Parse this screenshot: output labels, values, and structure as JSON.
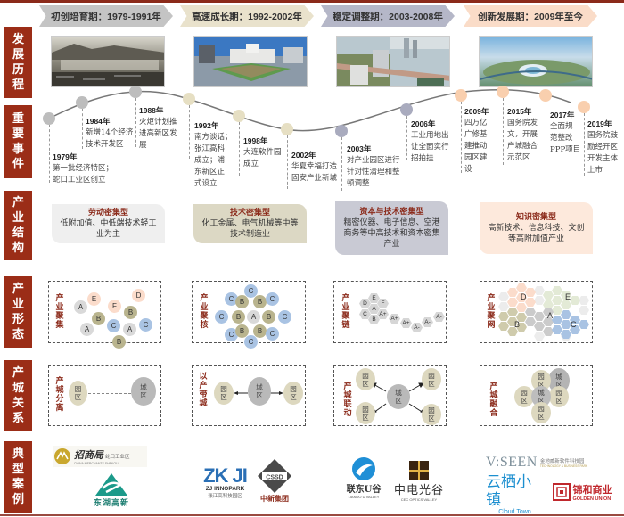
{
  "phases": [
    {
      "name": "初创培育期：",
      "years": "1979-1991年",
      "color": "#c4c4c4"
    },
    {
      "name": "高速成长期：",
      "years": "1992-2002年",
      "color": "#e9e2cc"
    },
    {
      "name": "稳定调整期：",
      "years": "2003-2008年",
      "color": "#b5b7c8"
    },
    {
      "name": "创新发展期：",
      "years": "2009年至今",
      "color": "#fadcc8"
    }
  ],
  "side_labels": {
    "history": "发展历程",
    "events": "重要事件",
    "structure": "产业结构",
    "form": "产业形态",
    "relation": "产城关系",
    "cases": "典型案例"
  },
  "photos": [
    {
      "alt": "初创培育期照片（黑白港口）"
    },
    {
      "alt": "高速成长期照片（广场建筑）"
    },
    {
      "alt": "稳定调整期照片（高架与园区）"
    },
    {
      "alt": "创新发展期照片（城市鸟瞰）"
    }
  ],
  "events": [
    {
      "year": "1979年",
      "text": "第一批经济特区；\n蛇口工业区创立"
    },
    {
      "year": "1984年",
      "text": "新增14个经济\n技术开发区"
    },
    {
      "year": "1988年",
      "text": "火炬计划推\n进高新区发\n展"
    },
    {
      "year": "1992年",
      "text": "南方谈话；\n张江高科\n成立；浦\n东新区正\n式设立"
    },
    {
      "year": "1998年",
      "text": "大连软件园\n成立"
    },
    {
      "year": "2002年",
      "text": "华夏幸福打造\n固安产业新城"
    },
    {
      "year": "2003年",
      "text": "对产业园区进行\n针对性清理和整\n顿调整"
    },
    {
      "year": "2006年",
      "text": "工业用地出\n让全面实行\n招拍挂"
    },
    {
      "year": "2009年",
      "text": "四万亿\n广修基\n建推动\n园区建\n设"
    },
    {
      "year": "2015年",
      "text": "国务院发\n文，开展\n产城融合\n示范区"
    },
    {
      "year": "2017年",
      "text": "全面规\n范整改\nPPP项目"
    },
    {
      "year": "2019年",
      "text": "国务院鼓\n励经开区\n开发主体\n上市"
    }
  ],
  "structure": [
    {
      "title": "劳动密集型",
      "desc": "低附加值、中低端技术轻工业为主",
      "color": "#efefef"
    },
    {
      "title": "技术密集型",
      "desc": "化工金属、电气机械等中等技术制造业",
      "color": "#dcd8c4"
    },
    {
      "title": "资本与技术密集型",
      "desc": "精密仪器、电子信息、空港商务等中高技术和资本密集产业",
      "color": "#c9cad4"
    },
    {
      "title": "知识密集型",
      "desc": "高新技术、信息科技、文创等高附加值产业",
      "color": "#fde9dc"
    }
  ],
  "forms": [
    {
      "label": "产业聚集"
    },
    {
      "label": "产业聚核"
    },
    {
      "label": "产业聚链"
    },
    {
      "label": "产业聚网"
    }
  ],
  "form_nodes": {
    "cluster": [
      "A",
      "E",
      "F",
      "D",
      "B",
      "B",
      "A",
      "C",
      "A",
      "C",
      "B"
    ],
    "core_center": "A",
    "core_inner": "B",
    "core_outer": "C",
    "chain": [
      "D",
      "E",
      "F",
      "A",
      "C",
      "B",
      "A+",
      "A+",
      "A+",
      "A-",
      "A-",
      "A-"
    ],
    "network": [
      "D",
      "E",
      "A",
      "B",
      "C"
    ]
  },
  "relations": [
    {
      "label": "产城分离",
      "park": "园区",
      "city": "城区"
    },
    {
      "label": "以产带城",
      "park": "园区",
      "city": "城区"
    },
    {
      "label": "产城联动",
      "park": "园区",
      "city": "城区"
    },
    {
      "label": "产城融合",
      "park": "园区",
      "city": "城区"
    }
  ],
  "cases": {
    "p1": [
      {
        "name": "招商局",
        "sub": "蛇口工业区",
        "en": "CHINA MERCHANTS SHEKOU"
      },
      {
        "name": "东湖高新"
      }
    ],
    "p2": [
      {
        "name": "张江",
        "en": "ZJ INNOPARK",
        "sub": "张江高科技园区"
      },
      {
        "name": "CSSD",
        "sub": "中新集团"
      }
    ],
    "p3": [
      {
        "name": "联东U谷",
        "en": "LIANDO U VALLEY"
      },
      {
        "name": "中电光谷",
        "en": "CEC OPTICS VALLEY"
      }
    ],
    "p4": [
      {
        "name": "V:SEEN",
        "sub": "金地威新软件科技园",
        "en": "TECHNOLOGY & BUSINESS PARK"
      },
      {
        "name": "云栖小镇",
        "en": "Cloud Town"
      },
      {
        "name": "锦和商业",
        "en": "GOLDEN UNION"
      }
    ]
  },
  "colors": {
    "accent": "#9b2d17",
    "bubble_a": "#d9d9d9",
    "bubble_b": "#b9b48e",
    "bubble_c": "#a9c3e3",
    "bubble_def": "#fbdccb",
    "park": "#ddd8bf",
    "city": "#b9b9b9"
  }
}
